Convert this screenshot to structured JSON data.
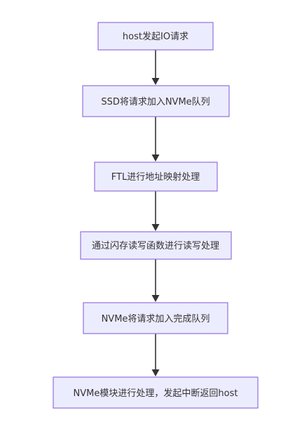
{
  "diagram": {
    "type": "flowchart",
    "direction": "top-to-bottom",
    "colors": {
      "node_fill": "#ececff",
      "node_stroke": "#9370db",
      "edge": "#333333",
      "text": "#333333"
    },
    "nodes": [
      {
        "id": "n1",
        "label": "host发起IO请求"
      },
      {
        "id": "n2",
        "label": "SSD将请求加入NVMe队列"
      },
      {
        "id": "n3",
        "label": "FTL进行地址映射处理"
      },
      {
        "id": "n4",
        "label": "通过闪存读写函数进行读写处理"
      },
      {
        "id": "n5",
        "label": "NVMe将请求加入完成队列"
      },
      {
        "id": "n6",
        "label": "NVMe模块进行处理，发起中断返回host"
      }
    ],
    "edges": [
      {
        "from": "n1",
        "to": "n2"
      },
      {
        "from": "n2",
        "to": "n3"
      },
      {
        "from": "n3",
        "to": "n4"
      },
      {
        "from": "n4",
        "to": "n5"
      },
      {
        "from": "n5",
        "to": "n6"
      }
    ]
  }
}
